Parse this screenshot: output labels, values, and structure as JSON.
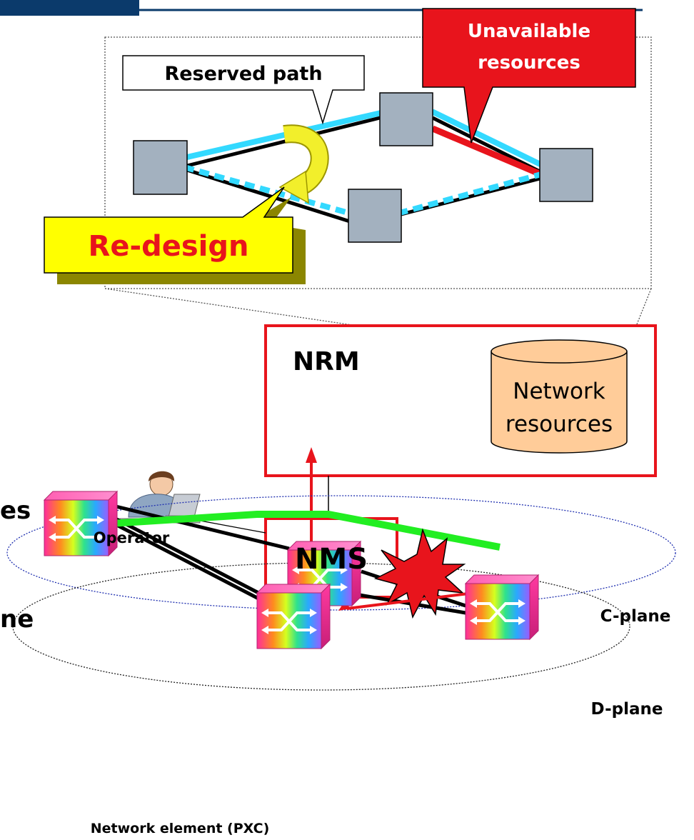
{
  "diagram": {
    "callouts": {
      "reserved_path": "Reserved path",
      "unavailable": [
        "Unavailable",
        "resources"
      ],
      "redesign": "Re-design"
    },
    "nrm": {
      "title": "NRM",
      "database_label": [
        "Network",
        "resources"
      ]
    },
    "nms": {
      "title": "NMS"
    },
    "operator": {
      "label": "Operator"
    },
    "planes": {
      "control": "C-plane",
      "data": "D-plane"
    },
    "network_element": {
      "label": "Network element (PXC)"
    },
    "clipped_text": {
      "line1": "es",
      "line2": "ne"
    },
    "colors": {
      "frame": "#e8141c",
      "reserved": "#33d9ff",
      "failed_link": "#e8141c",
      "active_path": "#22ee22",
      "callout_red": "#e8141c",
      "callout_yellow": "#ffff00",
      "database": "#ffcc99",
      "node": "#a3b1bf",
      "header_bar": "#0b3a6b"
    },
    "icons": [
      "cross-connect-icon",
      "operator-laptop-icon",
      "database-cylinder-icon",
      "failure-burst-icon",
      "redesign-arrow-icon"
    ]
  }
}
